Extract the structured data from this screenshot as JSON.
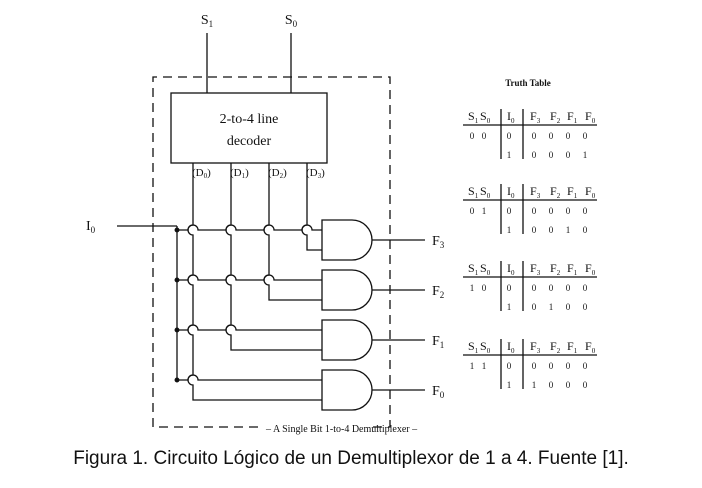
{
  "circuit": {
    "select_labels": [
      "S1",
      "S0"
    ],
    "decoder_label": [
      "2-to-4 line",
      "decoder"
    ],
    "decoder_outputs": [
      "(D0)",
      "(D1)",
      "(D2)",
      "(D3)"
    ],
    "input_label": "I0",
    "outputs": [
      "F3",
      "F2",
      "F1",
      "F0"
    ],
    "frame_label": "A Single Bit 1-to-4 Demultiplexer"
  },
  "truth_table": {
    "title": "Truth Table",
    "columns": [
      "S1",
      "S0",
      "I0",
      "F3",
      "F2",
      "F1",
      "F0"
    ],
    "blocks": [
      {
        "select": [
          "0",
          "0"
        ],
        "rows": [
          [
            "0",
            "0",
            "0",
            "0",
            "0"
          ],
          [
            "1",
            "0",
            "0",
            "0",
            "1"
          ]
        ]
      },
      {
        "select": [
          "0",
          "1"
        ],
        "rows": [
          [
            "0",
            "0",
            "0",
            "0",
            "0"
          ],
          [
            "1",
            "0",
            "0",
            "1",
            "0"
          ]
        ]
      },
      {
        "select": [
          "1",
          "0"
        ],
        "rows": [
          [
            "0",
            "0",
            "0",
            "0",
            "0"
          ],
          [
            "1",
            "0",
            "1",
            "0",
            "0"
          ]
        ]
      },
      {
        "select": [
          "1",
          "1"
        ],
        "rows": [
          [
            "0",
            "0",
            "0",
            "0",
            "0"
          ],
          [
            "1",
            "1",
            "0",
            "0",
            "0"
          ]
        ]
      }
    ]
  },
  "caption": "Figura 1. Circuito Lógico de un Demultiplexor de 1 a 4. Fuente [1]."
}
